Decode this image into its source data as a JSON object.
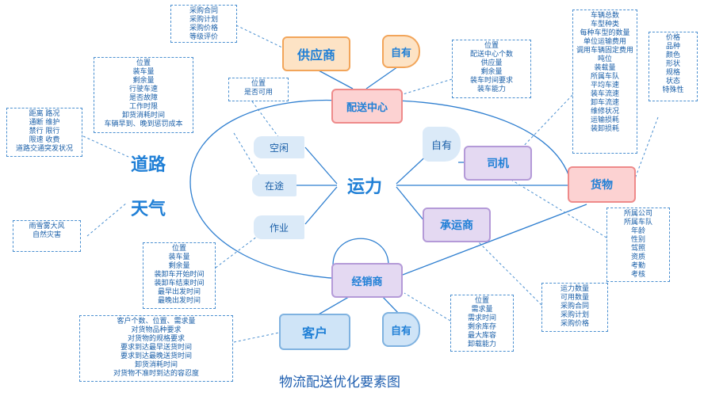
{
  "title": "物流配送优化要素图",
  "center": "运力",
  "nodes": {
    "supplier": "供应商",
    "dist_center": "配送中心",
    "driver": "司机",
    "carrier": "承运商",
    "cargo": "货物",
    "dealer": "经销商",
    "customer": "客户",
    "road": "道路",
    "weather": "天气"
  },
  "self_labels": {
    "supplier": "自有",
    "driver": "自有",
    "customer": "自有"
  },
  "states": {
    "idle": "空闲",
    "transit": "在途",
    "working": "作业"
  },
  "notes": {
    "supplier": [
      "采购合同",
      "采购计划",
      "采购价格",
      "等级评价"
    ],
    "dist_center": [
      "位置",
      "配送中心个数",
      "供应量",
      "剩余量",
      "装车时间要求",
      "装车能力"
    ],
    "idle": [
      "位置",
      "是否可用"
    ],
    "transit": [
      "位置",
      "装车量",
      "剩余量",
      "行驶车速",
      "是否故障",
      "工作时限",
      "卸货消耗时间",
      "车辆早到、晚到惩罚成本"
    ],
    "road": [
      "距离 路况",
      "通断 维护",
      "禁行 限行",
      "限速 收费",
      "道路交通突发状况"
    ],
    "weather": [
      "雨雪雾大风",
      "自然灾害"
    ],
    "vehicle": [
      "车辆总数",
      "车型种类",
      "每种车型的数量",
      "单位运输费用",
      "调用车辆固定费用",
      "吨位",
      "装载量",
      "所属车队",
      "平均车速",
      "装车流速",
      "卸车流速",
      "维修状况",
      "运输损耗",
      "装卸损耗"
    ],
    "cargo": [
      "价格",
      "品种",
      "颜色",
      "形状",
      "规格",
      "状态",
      "特殊性"
    ],
    "driver": [
      "所属公司",
      "所属车队",
      "年龄",
      "性别",
      "驾照",
      "资质",
      "考勤",
      "考核"
    ],
    "carrier": [
      "运力数量",
      "可用数量",
      "采购合同",
      "采购计划",
      "采购价格"
    ],
    "working": [
      "位置",
      "装车量",
      "剩余量",
      "装卸车开始时间",
      "装卸车结束时间",
      "最早出发时间",
      "最晚出发时间"
    ],
    "dealer": [
      "位置",
      "需求量",
      "需求时间",
      "剩余库存",
      "最大库容",
      "卸载能力"
    ],
    "customer": [
      "客户个数、位置、需求量",
      "对货物品种要求",
      "对货物的规格要求",
      "要求到达最早送货时间",
      "要求到达最晚送货时间",
      "卸货消耗时间",
      "对货物不准时到达的容忍度"
    ]
  },
  "colors": {
    "orange_fill": "#fde3c5",
    "orange_border": "#f2a55a",
    "pink_fill": "#fcd2d2",
    "pink_border": "#ee8a8a",
    "purple_fill": "#e4d9f2",
    "purple_border": "#b49ad8",
    "blue_fill": "#cfe4f7",
    "blue_border": "#7fb2e0",
    "line": "#2f7fd0",
    "note_border": "#4a8fd0",
    "text_blue": "#1a5fa8"
  }
}
